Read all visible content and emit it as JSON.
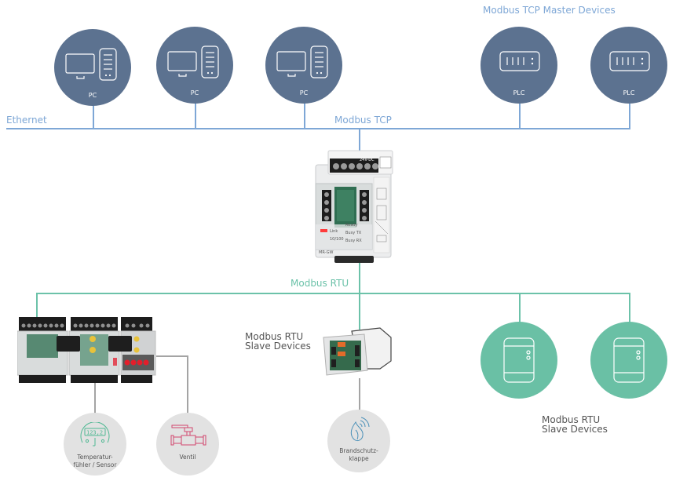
{
  "title": "Modbus TCP / Modbus RTU gateway network diagram",
  "networks": {
    "ethernet": "Ethernet",
    "modbus_tcp": "Modbus TCP",
    "modbus_rtu": "Modbus RTU"
  },
  "group_labels": {
    "tcp_masters": "Modbus TCP Master Devices",
    "rtu_slaves_center": [
      "Modbus RTU",
      "Slave Devices"
    ],
    "rtu_slaves_right": [
      "Modbus RTU",
      "Slave Devices"
    ]
  },
  "master_devices": [
    {
      "label": "PC",
      "icon": "pc-icon"
    },
    {
      "label": "PC",
      "icon": "pc-icon"
    },
    {
      "label": "PC",
      "icon": "pc-icon"
    },
    {
      "label": "PLC",
      "icon": "plc-icon"
    },
    {
      "label": "PLC",
      "icon": "plc-icon"
    }
  ],
  "gateway": {
    "model": "MR-GW",
    "supply": "24V-DC",
    "leds": [
      "Ready",
      "Busy TX",
      "Busy RX",
      "Link",
      "10/100"
    ]
  },
  "slave_devices": [
    {
      "label": "",
      "icon": "io-module-icon"
    },
    {
      "label": "",
      "icon": "io-module-icon"
    }
  ],
  "field_devices": [
    {
      "label": [
        "Temperatur-",
        "fühler / Sensor"
      ],
      "icon": "temperature-sensor-icon",
      "display": "123,2"
    },
    {
      "label": [
        "Ventil"
      ],
      "icon": "valve-icon"
    },
    {
      "label": [
        "Brandschutz-",
        "klappe"
      ],
      "icon": "fire-damper-icon"
    }
  ],
  "colors": {
    "tcp_line": "#7ea7d6",
    "rtu_line": "#6cc2a9",
    "field_line": "#a4a4a4",
    "master_circle": "#5c7290",
    "slave_circle": "#6ac0a5",
    "field_circle": "#e2e2e2",
    "sensor_icon": "#4fb893",
    "valve_icon": "#d2476e",
    "damper_icon": "#4a90b8"
  }
}
